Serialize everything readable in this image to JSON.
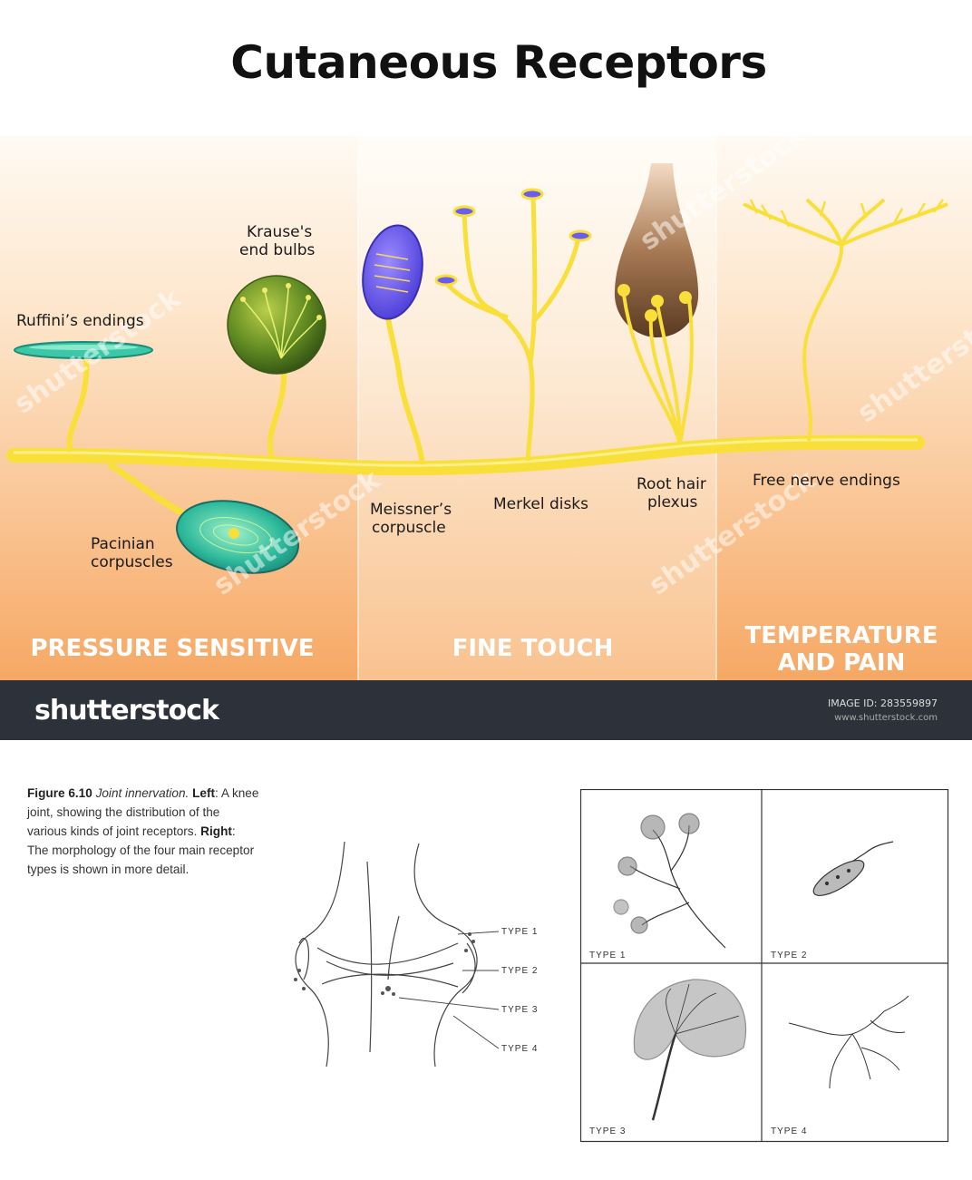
{
  "title": "Cutaneous Receptors",
  "receptors": {
    "ruffini": "Ruffini’s endings",
    "krause_1": "Krause's",
    "krause_2": "end bulbs",
    "pacinian_1": "Pacinian",
    "pacinian_2": "corpuscles",
    "meissner_1": "Meissner’s",
    "meissner_2": "corpuscle",
    "merkel": "Merkel disks",
    "root_hair_1": "Root hair",
    "root_hair_2": "plexus",
    "free_nerve": "Free nerve endings"
  },
  "categories": {
    "pressure": "PRESSURE SENSITIVE",
    "fine_touch": "FINE TOUCH",
    "temp_1": "TEMPERATURE",
    "temp_2": "AND PAIN"
  },
  "footer": {
    "logo": "shutterstock",
    "image_id_label": "IMAGE ID: 283559897",
    "site": "www.shutterstock.com"
  },
  "watermark": "shutterstock",
  "figure": {
    "label": "Figure 6.10",
    "title": "Joint innervation.",
    "left_word": "Left",
    "text_a": ": A knee joint, showing the distribution of the various kinds of joint receptors.",
    "right_word": "Right",
    "text_b": ": The morphology of the four main receptor types is shown in more detail."
  },
  "knee_labels": [
    "TYPE 1",
    "TYPE 2",
    "TYPE 3",
    "TYPE 4"
  ],
  "grid_labels": [
    "TYPE 1",
    "TYPE 2",
    "TYPE 3",
    "TYPE 4"
  ],
  "colors": {
    "nerve": "#f9df3a",
    "panel_top": "#fff8ee",
    "panel_bottom": "#f5a35e",
    "footer": "#2c313a",
    "meissner": "#6a5cf0",
    "pacinian": "#2bb89a",
    "krause": "#6a8f2a",
    "hair": "#7a5230"
  }
}
